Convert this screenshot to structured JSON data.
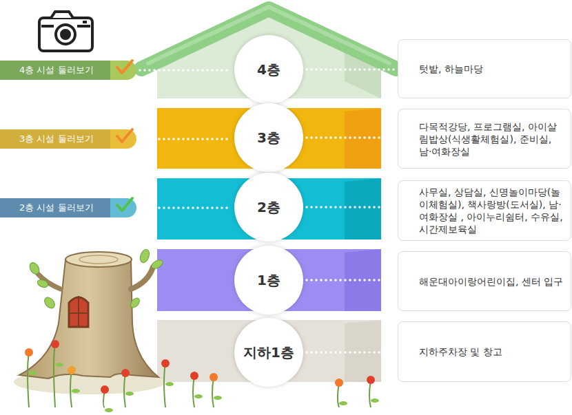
{
  "diagram": {
    "nodes": [
      {
        "text": [
          "4층 시설 둘러보기"
        ]
      },
      {
        "text": [
          "4층"
        ]
      },
      {
        "text": [
          "텃밭, 하늘마당"
        ]
      },
      {
        "text": [
          "3층 시설 둘러보기"
        ]
      },
      {
        "text": [
          "3층"
        ]
      },
      {
        "text": [
          "다목적강당, 프로그램실, 아이살림밥상(식생활체험실), 준비실, 남·여화장실"
        ]
      },
      {
        "text": [
          "2층 시설 둘러보기"
        ]
      },
      {
        "text": [
          "2층"
        ]
      },
      {
        "text": [
          "사무실, 상담실, 신명놀이마당(놀이체험실), 책사랑방(도서실), 남·여화장실 , 아이누리쉼터, 수유실, 시간제보육실"
        ]
      },
      {
        "text": [
          "1층"
        ]
      },
      {
        "text": [
          "해운대아이랑어린이집, 센터 입구"
        ]
      },
      {
        "text": [
          "지하1층"
        ]
      },
      {
        "text": [
          "지하주차장 및 창고"
        ]
      }
    ],
    "edges": [
      {
        "from": 0,
        "to": 1,
        "arrow": "none"
      },
      {
        "from": 1,
        "to": 2,
        "arrow": "none"
      },
      {
        "from": 3,
        "to": 4,
        "arrow": "none"
      },
      {
        "from": 4,
        "to": 5,
        "arrow": "none"
      },
      {
        "from": 6,
        "to": 7,
        "arrow": "none"
      },
      {
        "from": 7,
        "to": 8,
        "arrow": "none"
      },
      {
        "from": 9,
        "to": 10,
        "arrow": "none"
      },
      {
        "from": 11,
        "to": 12,
        "arrow": "none"
      }
    ]
  }
}
